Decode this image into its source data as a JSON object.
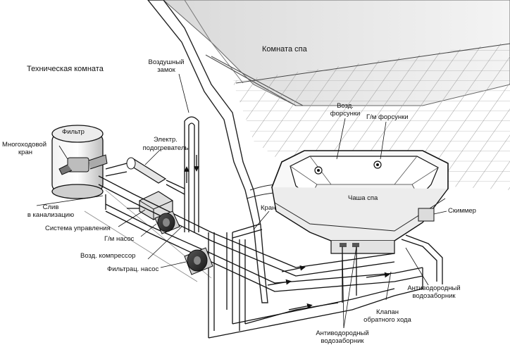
{
  "rooms": {
    "technical": "Техническая комната",
    "spa": "Комната спа"
  },
  "labels": {
    "filter": "Фильтр",
    "multiport_valve_1": "Многоходовой",
    "multiport_valve_2": "кран",
    "drain_1": "Слив",
    "drain_2": "в канализацию",
    "control_system": "Система управления",
    "hydro_pump": "Г/м насос",
    "air_compressor": "Возд. компрессор",
    "filtration_pump": "Фильтрац. насос",
    "air_lock_1": "Воздушный",
    "air_lock_2": "замок",
    "heater_1": "Электр.",
    "heater_2": "подогреватель",
    "tap": "Кран",
    "air_jets_1": "Возд.",
    "air_jets_2": "форсунки",
    "hydro_jets": "Г/м форсунки",
    "spa_bowl": "Чаша спа",
    "skimmer": "Скиммер",
    "anti_vortex_right_1": "Антиводородный",
    "anti_vortex_right_2": "водозаборник",
    "check_valve_1": "Клапан",
    "check_valve_2": "обратного хода",
    "anti_vortex_bottom_1": "Антиводородный",
    "anti_vortex_bottom_2": "водозаборник"
  }
}
